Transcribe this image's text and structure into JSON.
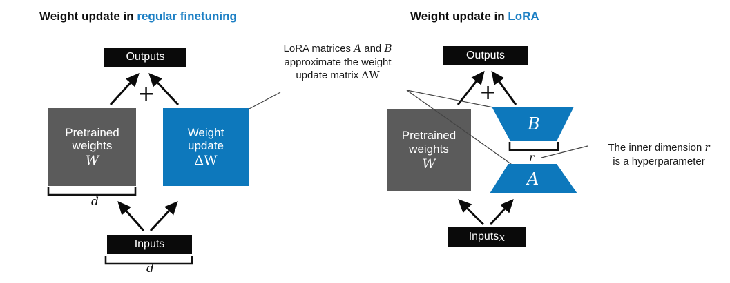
{
  "titles": {
    "left_prefix": "Weight update in ",
    "left_accent": "regular finetuning",
    "right_prefix": "Weight update in ",
    "right_accent": "LoRA",
    "accent_color": "#1c7fc4"
  },
  "left": {
    "outputs": "Outputs",
    "plus": "+",
    "pretrained_line1": "Pretrained",
    "pretrained_line2": "weights",
    "pretrained_symbol": "W",
    "update_line1": "Weight",
    "update_line2": "update",
    "update_symbol": "ΔW",
    "inputs": "Inputs",
    "dim_top": "d",
    "dim_bottom": "d",
    "gray_color": "#5b5b5b",
    "blue_color": "#0d78bc",
    "black_color": "#0a0a0a"
  },
  "right": {
    "outputs": "Outputs",
    "plus": "+",
    "pretrained_line1": "Pretrained",
    "pretrained_line2": "weights",
    "pretrained_symbol": "W",
    "matrix_b": "B",
    "matrix_a": "A",
    "rank_label": "r",
    "inputs_text": "Inputs ",
    "inputs_symbol": "x",
    "gray_color": "#5b5b5b",
    "blue_color": "#0d78bc",
    "black_color": "#0a0a0a"
  },
  "annotations": {
    "center_line1_a": "LoRA matrices ",
    "center_line1_b": "A",
    "center_line1_c": " and ",
    "center_line1_d": "B",
    "center_line2": "approximate the weight",
    "center_line3_a": "update matrix ",
    "center_line3_b": "ΔW",
    "right_line1_a": "The inner dimension ",
    "right_line1_b": "r",
    "right_line2": "is a hyperparameter"
  }
}
